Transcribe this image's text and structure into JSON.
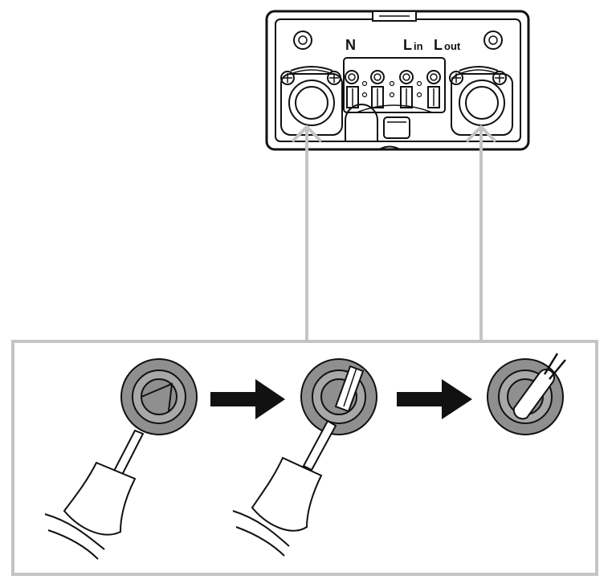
{
  "terminal_box": {
    "labels": {
      "neutral": "N",
      "live_in_prefix": "L",
      "live_in_suffix": "in",
      "live_out_prefix": "L",
      "live_out_suffix": "out"
    }
  },
  "colors": {
    "line": "#111111",
    "connector": "#c4c4c4",
    "grommet": "#8f8f8f",
    "arrow": "#111111"
  },
  "steps": [
    {
      "name": "pierce-grommet",
      "tool": "screwdriver",
      "state": "grommet-with-slit"
    },
    {
      "name": "push-screwdriver-through",
      "tool": "screwdriver",
      "state": "screwdriver-in-grommet"
    },
    {
      "name": "insert-cable",
      "tool": "none",
      "state": "cable-through-grommet"
    }
  ]
}
